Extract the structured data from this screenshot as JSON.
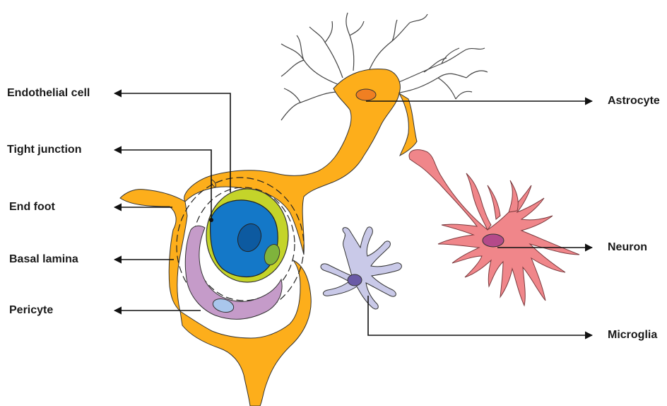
{
  "labels": {
    "endothelial_cell": "Endothelial cell",
    "tight_junction": "Tight junction",
    "end_foot": "End foot",
    "basal_lamina": "Basal lamina",
    "pericyte": "Pericyte",
    "astrocyte": "Astrocyte",
    "neuron": "Neuron",
    "microglia": "Microglia"
  },
  "colors": {
    "astrocyte": "#fdae1b",
    "astrocyte_nucleus": "#f07f22",
    "endothelium_outer": "#c4d42a",
    "endothelium_inner": "#1478c8",
    "endothelium_nucleus": "#0d5aa0",
    "endothelium_organelle": "#7fb33c",
    "pericyte": "#c59bc9",
    "pericyte_nucleus": "#a9c6ec",
    "neuron": "#f0868a",
    "neuron_nucleus": "#b44a8a",
    "microglia": "#c9c9e8",
    "microglia_nucleus": "#6a5aa6",
    "arrow": "#111111"
  }
}
